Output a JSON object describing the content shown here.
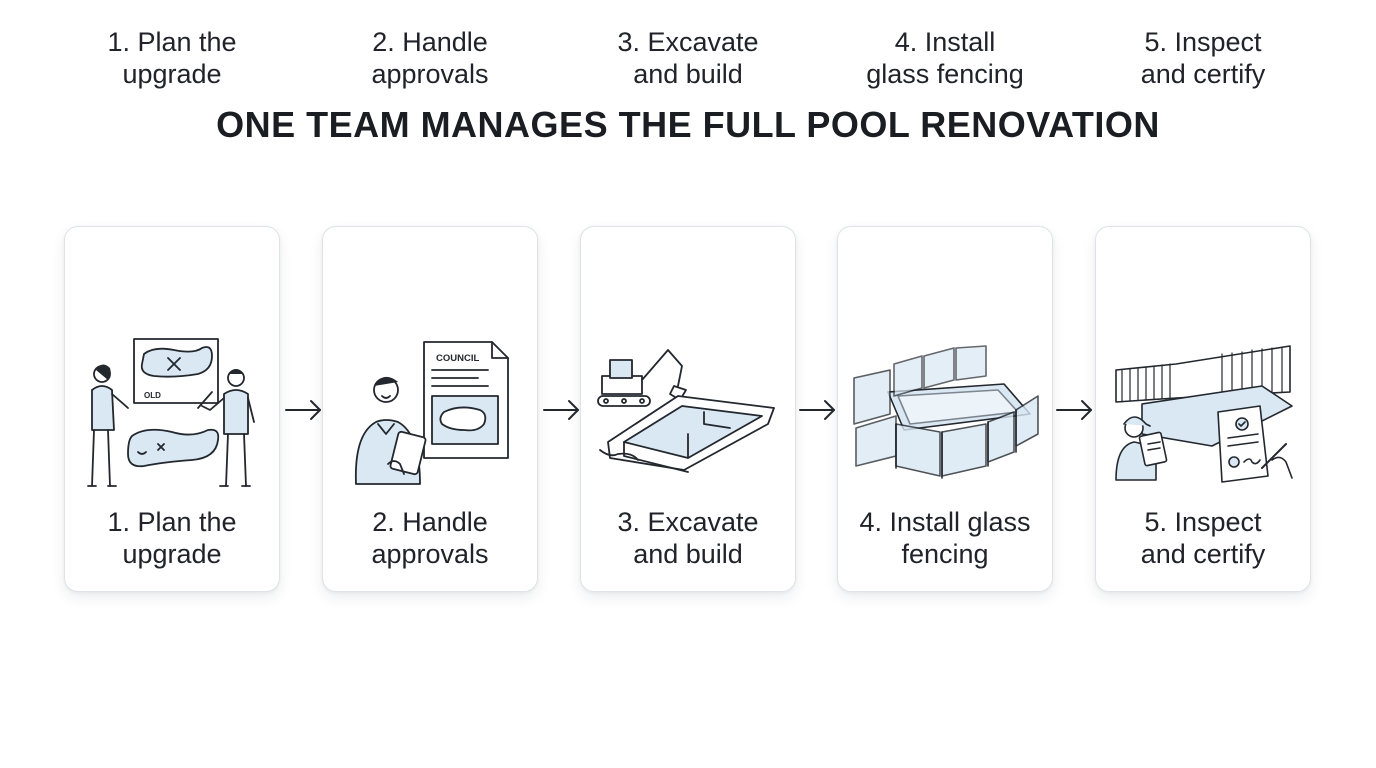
{
  "title": "ONE TEAM MANAGES THE FULL POOL RENOVATION",
  "colors": {
    "water_fill": "#d9e8f3",
    "line": "#23272e",
    "card_border": "#dfe3e8"
  },
  "steps": [
    {
      "top_label": "1. Plan the\nupgrade",
      "bottom_label": "1. Plan the\nupgrade",
      "illustration": "planning-icon",
      "inner_text": "OLD"
    },
    {
      "top_label": "2. Handle\napprovals",
      "bottom_label": "2. Handle\napprovals",
      "illustration": "approvals-icon",
      "inner_text": "COUNCIL"
    },
    {
      "top_label": "3. Excavate\nand build",
      "bottom_label": "3. Excavate\nand build",
      "illustration": "excavator-icon"
    },
    {
      "top_label": "4. Install\nglass fencing",
      "bottom_label": "4. Install glass\nfencing",
      "illustration": "glass-fence-icon"
    },
    {
      "top_label": "5. Inspect\nand certify",
      "bottom_label": "5. Inspect\nand certify",
      "illustration": "inspection-icon"
    }
  ],
  "connectors": [
    "arrow-right-icon",
    "arrow-right-icon",
    "arrow-right-icon",
    "arrow-right-icon"
  ]
}
